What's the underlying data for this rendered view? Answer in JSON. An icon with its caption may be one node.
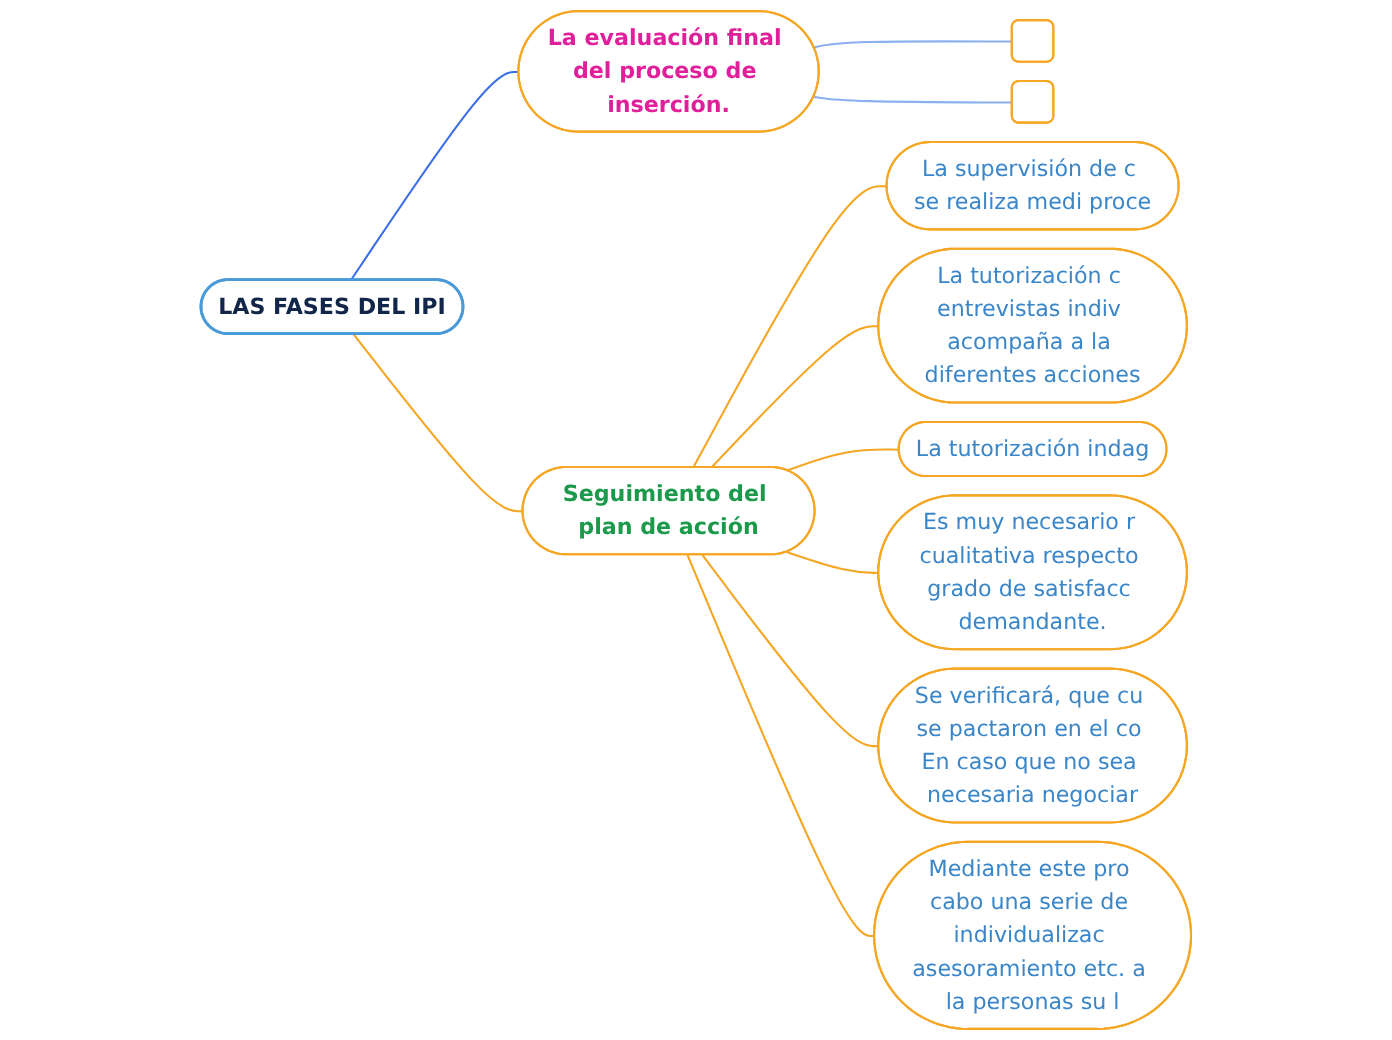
{
  "diagram": {
    "nodes": [
      {
        "text": [
          "LAS FASES DEL IPI"
        ]
      },
      {
        "text": [
          "La evaluación final del proceso de inserción."
        ]
      },
      {
        "text": [],
        "shape": "box"
      },
      {
        "text": [],
        "shape": "box"
      },
      {
        "text": [
          "Seguimiento del plan de acción"
        ]
      },
      {
        "text": [
          "La supervisión de c se realiza medi proce"
        ]
      },
      {
        "text": [
          "La tutorización c entrevistas indiv acompaña a la diferentes acciones"
        ]
      },
      {
        "text": [
          "La tutorización indag"
        ]
      },
      {
        "text": [
          "Es muy necesario r cualitativa respecto grado de satisfacc demandante."
        ]
      },
      {
        "text": [
          "Se verificará, que cu se pactaron en el co En caso que no sea necesaria negociar"
        ]
      },
      {
        "text": [
          "Mediante este pro cabo una serie de individualizac asesoramiento etc. a la personas su l"
        ]
      }
    ],
    "edges": [
      {
        "from": 0,
        "to": 1,
        "arrow": "none",
        "color": "#3b6ee8"
      },
      {
        "from": 1,
        "to": 2,
        "arrow": "none",
        "color": "#8ab0f0"
      },
      {
        "from": 1,
        "to": 3,
        "arrow": "none",
        "color": "#8ab0f0"
      },
      {
        "from": 0,
        "to": 4,
        "arrow": "none"
      },
      {
        "from": 4,
        "to": 5,
        "arrow": "none"
      },
      {
        "from": 4,
        "to": 6,
        "arrow": "none"
      },
      {
        "from": 4,
        "to": 7,
        "arrow": "none"
      },
      {
        "from": 4,
        "to": 8,
        "arrow": "none"
      },
      {
        "from": 4,
        "to": 9,
        "arrow": "none"
      },
      {
        "from": 4,
        "to": 10,
        "arrow": "none"
      }
    ]
  }
}
